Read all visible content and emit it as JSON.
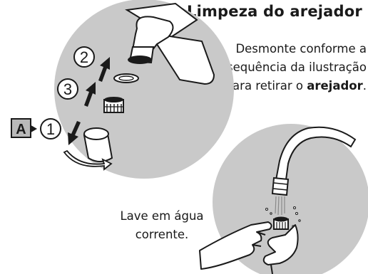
{
  "title": "Limpeza do arejador",
  "instruction": {
    "line1": "Desmonte conforme a",
    "line2": "sequência da ilustração",
    "line3_prefix": "para retirar o ",
    "line3_bold": "arejador",
    "line3_suffix": "."
  },
  "wash_note": {
    "line1": "Lave em água",
    "line2": "corrente."
  },
  "labels": {
    "tag": "A",
    "step1": "1",
    "step2": "2",
    "step3": "3"
  },
  "colors": {
    "circle": "#c9c9c9",
    "ink": "#1a1a1a",
    "tag_fill": "#b9b9b9"
  }
}
